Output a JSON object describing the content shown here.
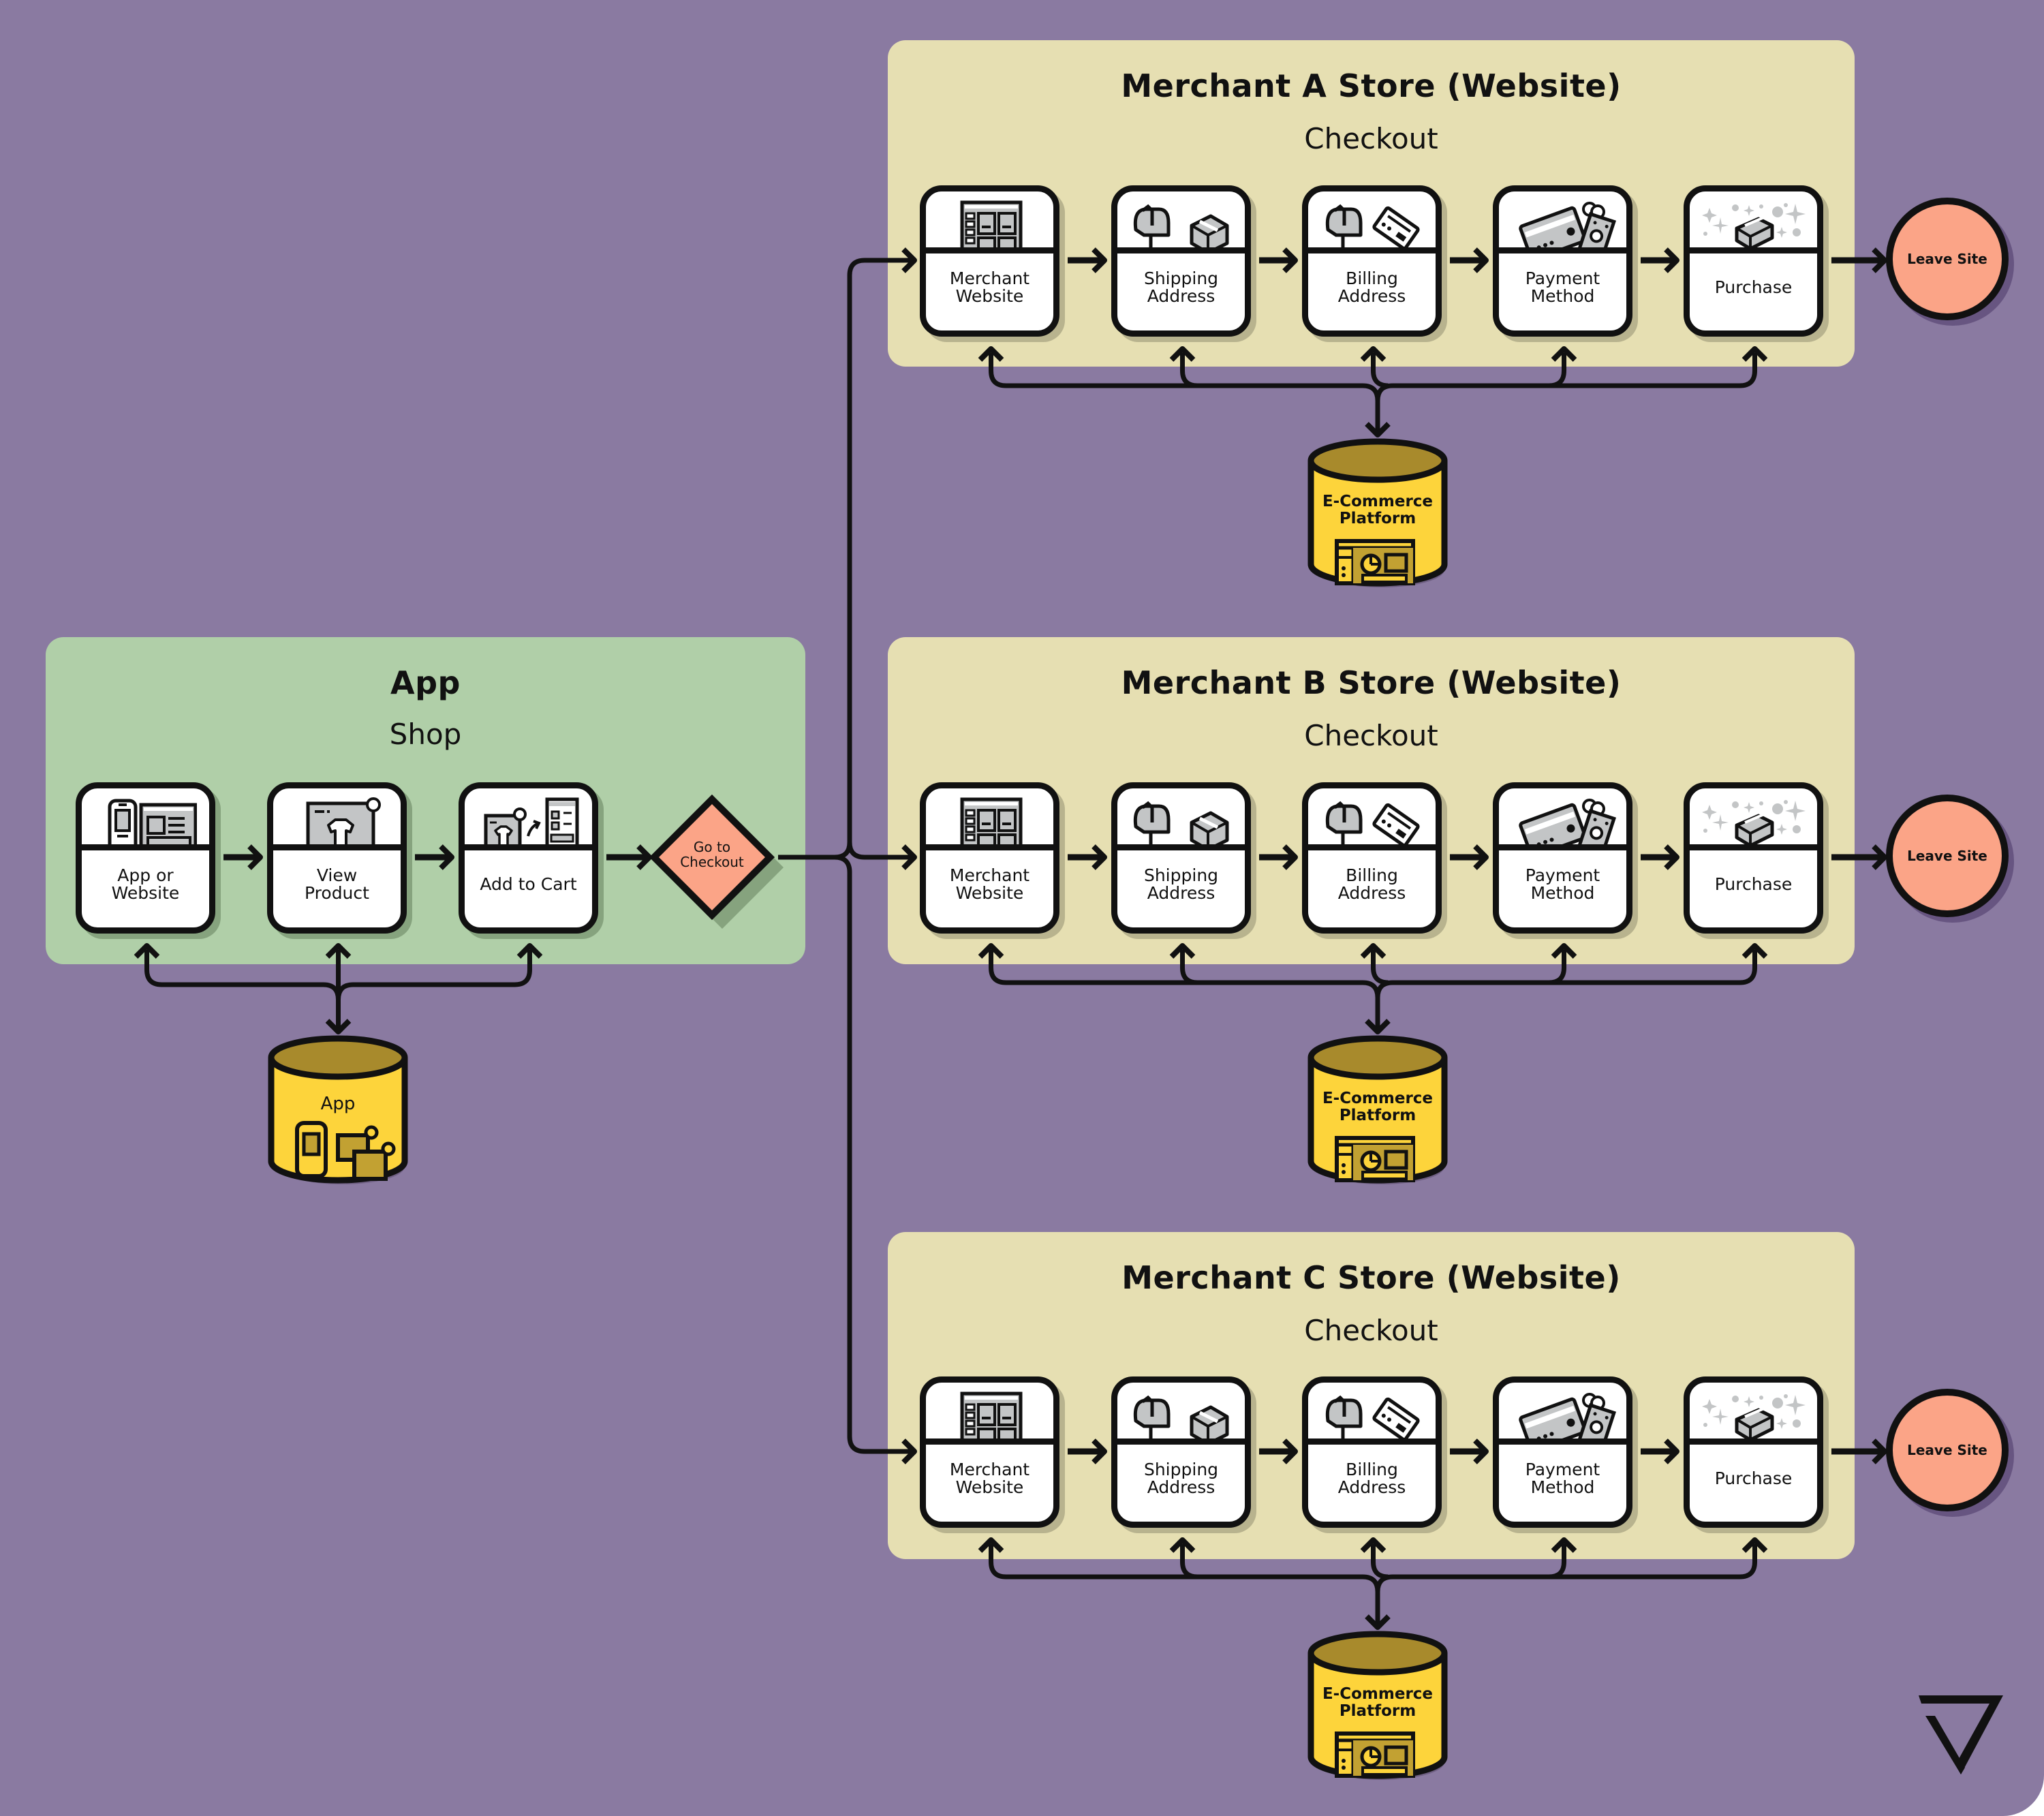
{
  "colors": {
    "background": "#8a7aa1",
    "app_panel": "#b0cfa8",
    "merchant_panel": "#e6dfb2",
    "decision_fill": "#fba487",
    "terminal_fill": "#fba487",
    "database_fill": "#fdd43b",
    "database_top": "#a88a2c",
    "stroke": "#111111",
    "icon_gray": "#c3c5c6"
  },
  "app_panel": {
    "title": "App",
    "subtitle": "Shop",
    "steps": [
      {
        "label": "App or\nWebsite",
        "icon": "phone-and-browser-icon"
      },
      {
        "label": "View\nProduct",
        "icon": "product-shirt-icon"
      },
      {
        "label": "Add to Cart",
        "icon": "add-to-cart-icon"
      }
    ],
    "decision": {
      "label": "Go to\nCheckout"
    },
    "database": {
      "label": "App",
      "icon": "devices-icon"
    }
  },
  "merchants": [
    {
      "title": "Merchant A Store (Website)",
      "subtitle": "Checkout",
      "steps": [
        {
          "label": "Merchant\nWebsite",
          "icon": "website-grid-icon"
        },
        {
          "label": "Shipping\nAddress",
          "icon": "mailbox-package-icon"
        },
        {
          "label": "Billing\nAddress",
          "icon": "mailbox-card-icon"
        },
        {
          "label": "Payment\nMethod",
          "icon": "card-cash-icon"
        },
        {
          "label": "Purchase",
          "icon": "sparkle-package-icon"
        }
      ],
      "exit": {
        "label": "Leave Site"
      },
      "database": {
        "label": "E-Commerce\nPlatform",
        "icon": "dashboard-icon"
      }
    },
    {
      "title": "Merchant B Store (Website)",
      "subtitle": "Checkout",
      "steps": [
        {
          "label": "Merchant\nWebsite",
          "icon": "website-grid-icon"
        },
        {
          "label": "Shipping\nAddress",
          "icon": "mailbox-package-icon"
        },
        {
          "label": "Billing\nAddress",
          "icon": "mailbox-card-icon"
        },
        {
          "label": "Payment\nMethod",
          "icon": "card-cash-icon"
        },
        {
          "label": "Purchase",
          "icon": "sparkle-package-icon"
        }
      ],
      "exit": {
        "label": "Leave Site"
      },
      "database": {
        "label": "E-Commerce\nPlatform",
        "icon": "dashboard-icon"
      }
    },
    {
      "title": "Merchant C Store (Website)",
      "subtitle": "Checkout",
      "steps": [
        {
          "label": "Merchant\nWebsite",
          "icon": "website-grid-icon"
        },
        {
          "label": "Shipping\nAddress",
          "icon": "mailbox-package-icon"
        },
        {
          "label": "Billing\nAddress",
          "icon": "mailbox-card-icon"
        },
        {
          "label": "Payment\nMethod",
          "icon": "card-cash-icon"
        },
        {
          "label": "Purchase",
          "icon": "sparkle-package-icon"
        }
      ],
      "exit": {
        "label": "Leave Site"
      },
      "database": {
        "label": "E-Commerce\nPlatform",
        "icon": "dashboard-icon"
      }
    }
  ],
  "logo": {
    "icon": "triangle-logo-icon"
  }
}
